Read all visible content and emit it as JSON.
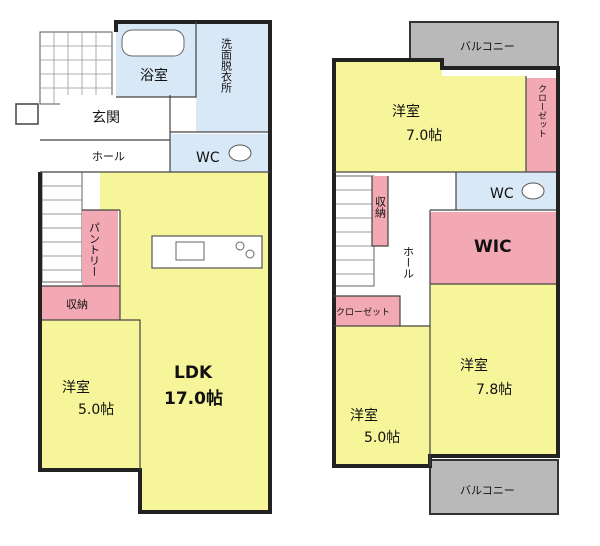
{
  "colors": {
    "yellow": "#f7f59a",
    "pink": "#f2a9b4",
    "blue": "#d9e8f7",
    "gray": "#b9b9b9",
    "white": "#ffffff",
    "wall": "#222222"
  },
  "floor1": {
    "bath": "浴室",
    "washroom": "洗面脱衣所",
    "entrance": "玄関",
    "hall": "ホール",
    "wc": "WC",
    "pantry": "パントリー",
    "storage": "収納",
    "room_name": "洋室",
    "room_size": "5.0帖",
    "ldk_name": "LDK",
    "ldk_size": "17.0帖"
  },
  "floor2": {
    "balcony_top": "バルコニー",
    "room_top_name": "洋室",
    "room_top_size": "7.0帖",
    "closet_top": "クローゼット",
    "wc": "WC",
    "storage": "収納",
    "hall": "ホール",
    "wic": "WIC",
    "closet_left": "クローゼット",
    "room_left_name": "洋室",
    "room_left_size": "5.0帖",
    "room_right_name": "洋室",
    "room_right_size": "7.8帖",
    "balcony_bottom": "バルコニー"
  }
}
